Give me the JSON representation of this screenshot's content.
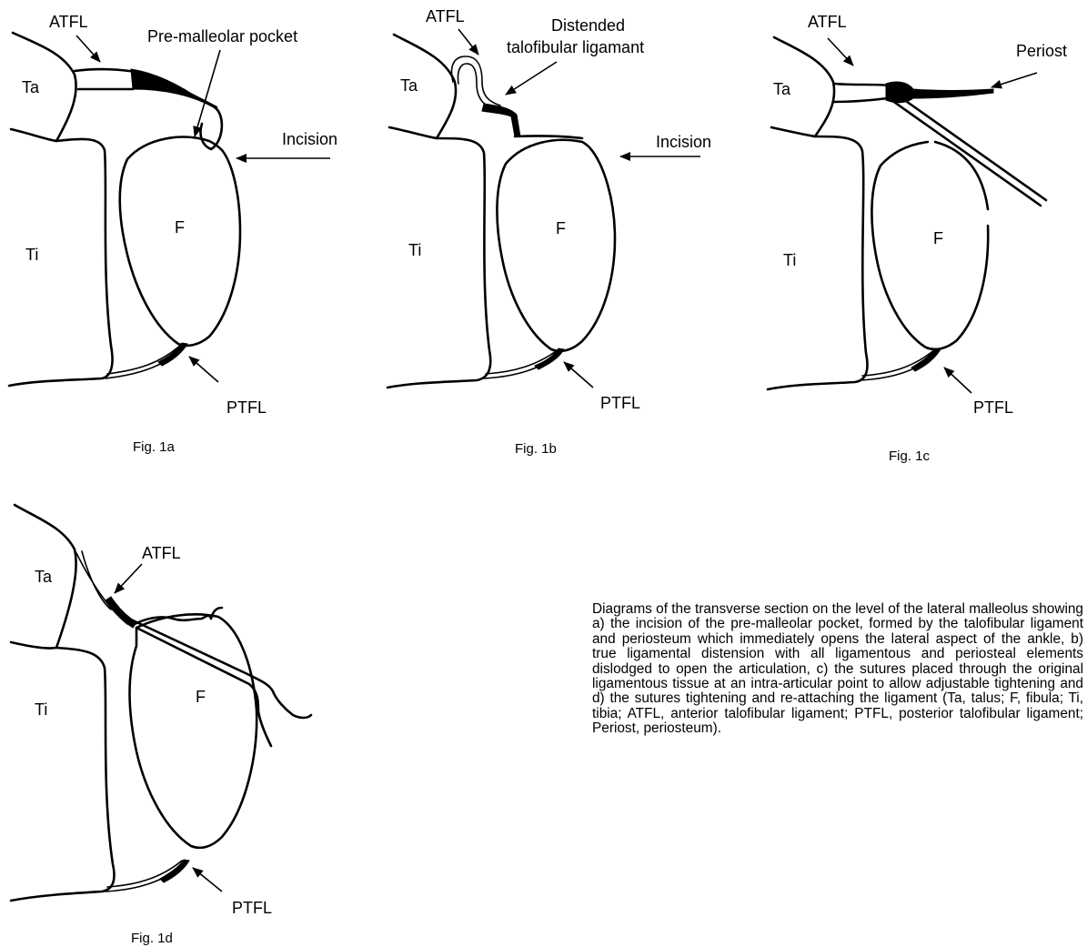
{
  "panels": {
    "a": {
      "caption": "Fig. 1a",
      "labels": {
        "atfl": "ATFL",
        "pocket": "Pre-malleolar pocket",
        "incision": "Incision",
        "talus": "Ta",
        "tibia": "Ti",
        "fibula": "F",
        "ptfl": "PTFL"
      }
    },
    "b": {
      "caption": "Fig. 1b",
      "labels": {
        "atfl": "ATFL",
        "distended1": "Distended",
        "distended2": "talofibular ligamant",
        "incision": "Incision",
        "talus": "Ta",
        "tibia": "Ti",
        "fibula": "F",
        "ptfl": "PTFL"
      }
    },
    "c": {
      "caption": "Fig. 1c",
      "labels": {
        "atfl": "ATFL",
        "periost": "Periost",
        "talus": "Ta",
        "tibia": "Ti",
        "fibula": "F",
        "ptfl": "PTFL"
      }
    },
    "d": {
      "caption": "Fig. 1d",
      "labels": {
        "atfl": "ATFL",
        "talus": "Ta",
        "tibia": "Ti",
        "fibula": "F",
        "ptfl": "PTFL"
      }
    }
  },
  "legend": "Diagrams of the transverse section on the level of the lateral malleolus showing a) the incision of the pre-malleolar pocket, formed by the talofibular ligament and periosteum which immediately opens the lateral aspect of the ankle, b) true ligamental distension with all ligamentous and periosteal elements dislodged to open the articulation, c) the sutures placed through the original ligamentous tissue at an intra-articular point to allow adjustable tightening and d) the sutures tightening and re-attaching the ligament (Ta, talus; F, fibula; Ti, tibia; ATFL, anterior talofibular ligament; PTFL, posterior talofibular ligament; Periost, periosteum)."
}
